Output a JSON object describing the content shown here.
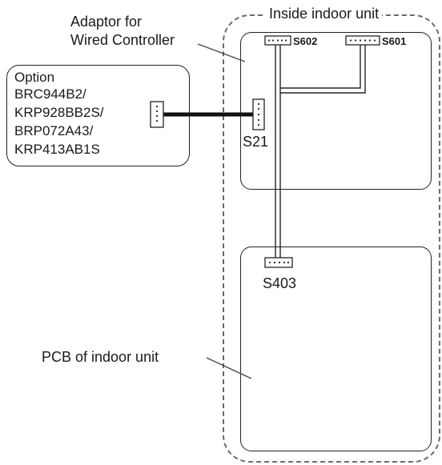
{
  "labels": {
    "adaptor_line1": "Adaptor for",
    "adaptor_line2": "Wired Controller",
    "inside_title": "Inside indoor unit",
    "pcb": "PCB of indoor unit"
  },
  "option": {
    "title": "Option",
    "models": [
      "BRC944B2/",
      "KRP928BB2S/",
      "BRP072A43/",
      "KRP413AB1S"
    ]
  },
  "connectors": {
    "s21": "S21",
    "s601": "S601",
    "s602": "S602",
    "s403": "S403"
  }
}
